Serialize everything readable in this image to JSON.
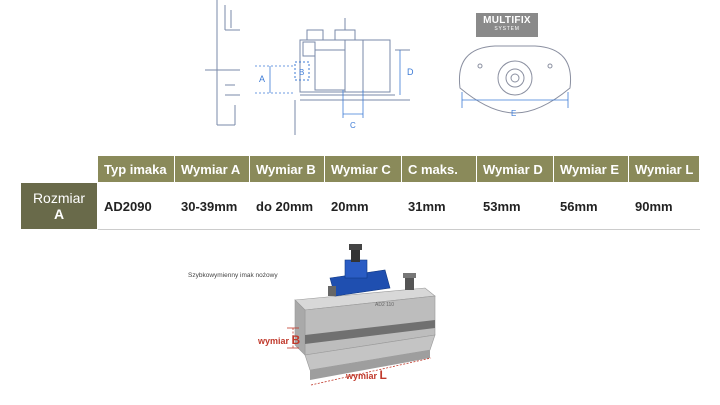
{
  "logo": {
    "line1": "MULTIFIX",
    "line2": "SYSTEM"
  },
  "drawing_labels": {
    "a": "A",
    "b": "B",
    "c": "C",
    "d": "D",
    "e": "E"
  },
  "table": {
    "headers": [
      "Typ imaka",
      "Wymiar A",
      "Wymiar B",
      "Wymiar C",
      "C maks.",
      "Wymiar D",
      "Wymiar E",
      "Wymiar L"
    ],
    "row_label_1": "Rozmiar",
    "row_label_2": "A",
    "values": [
      "AD2090",
      "30-39mm",
      "do 20mm",
      "20mm",
      "31mm",
      "53mm",
      "56mm",
      "90mm"
    ]
  },
  "photo": {
    "caption": "Szybkowymienny imak nożowy",
    "label_b": "wymiar",
    "label_b_letter": "B",
    "label_l": "wymiar",
    "label_l_letter": "L",
    "engraving": "AD2 110"
  },
  "colors": {
    "header_bg": "#8a8a5a",
    "rowhead_bg": "#696a4a",
    "accent_red": "#c0392b",
    "clamp_blue": "#1f4fb0"
  }
}
